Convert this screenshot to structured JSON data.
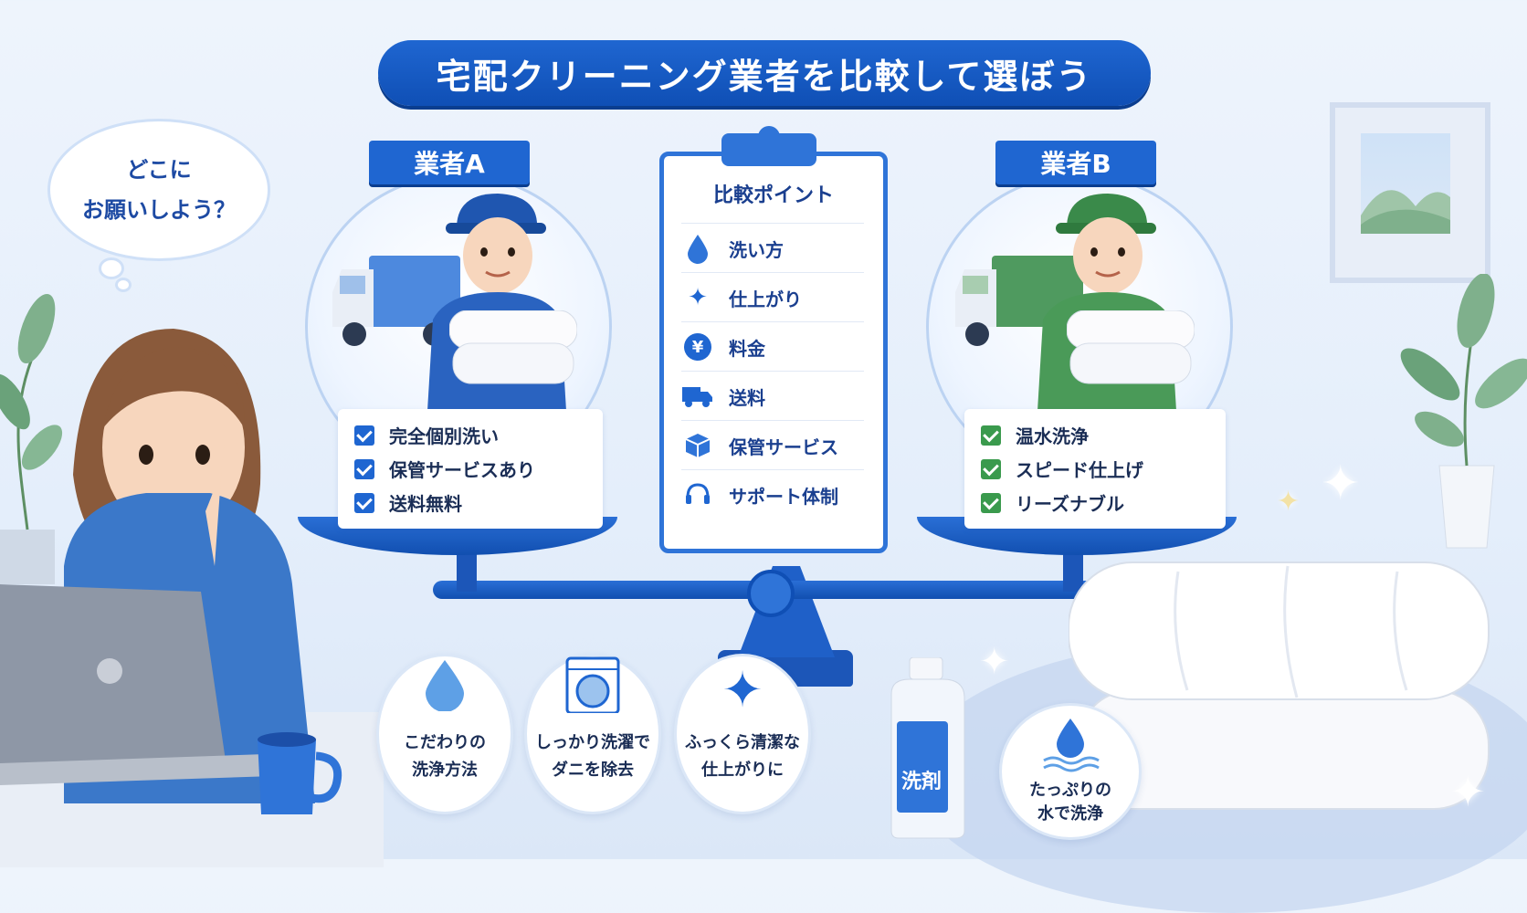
{
  "title": "宅配クリーニング業者を比較して選ぼう",
  "thought": {
    "line1": "どこに",
    "line2": "お願いしよう？"
  },
  "vendor_a": {
    "label": "業者A",
    "features": [
      "完全個別洗い",
      "保管サービスあり",
      "送料無料"
    ]
  },
  "vendor_b": {
    "label": "業者B",
    "features": [
      "温水洗浄",
      "スピード仕上げ",
      "リーズナブル"
    ]
  },
  "comparison": {
    "title": "比較ポイント",
    "items": [
      {
        "label": "洗い方",
        "icon": "water-drop-icon"
      },
      {
        "label": "仕上がり",
        "icon": "sparkle-icon"
      },
      {
        "label": "料金",
        "icon": "yen-icon"
      },
      {
        "label": "送料",
        "icon": "truck-icon"
      },
      {
        "label": "保管サービス",
        "icon": "box-icon"
      },
      {
        "label": "サポート体制",
        "icon": "headset-icon"
      }
    ]
  },
  "benefits": [
    {
      "line1": "こだわりの",
      "line2": "洗浄方法",
      "icon": "water-drop-icon"
    },
    {
      "line1": "しっかり洗濯で",
      "line2": "ダニを除去",
      "icon": "washing-machine-icon"
    },
    {
      "line1": "ふっくら清潔な",
      "line2": "仕上がりに",
      "icon": "sparkle-icon"
    },
    {
      "line1": "たっぷりの",
      "line2": "水で洗浄",
      "icon": "water-waves-icon"
    }
  ],
  "detergent_label": "洗剤",
  "colors": {
    "primary": "#1f66d1",
    "green": "#3a9a4d",
    "bg": "#e4eefb"
  }
}
